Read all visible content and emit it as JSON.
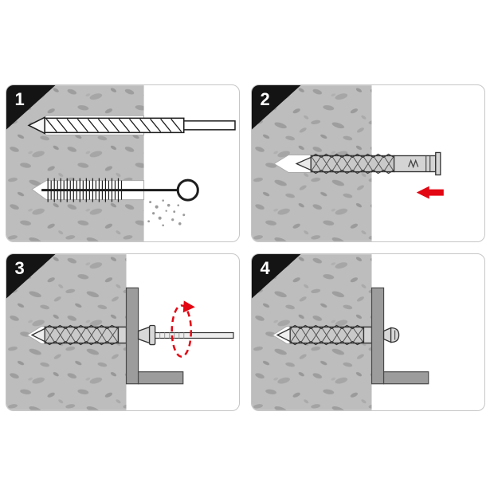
{
  "colors": {
    "concrete_base": "#bdbdbd",
    "concrete_speckle": "#9e9e9e",
    "panel_border": "#c6c6c6",
    "badge_black": "#141414",
    "accent_red": "#e30613",
    "anchor_gray": "#c9c9c9",
    "bracket_gray": "#9c9c9c",
    "outline": "#222222"
  },
  "panels": [
    {
      "number": "1",
      "icons": [
        "drill-bit-icon",
        "drilled-hole-icon",
        "cleaning-brush-icon",
        "dust-particles-icon"
      ]
    },
    {
      "number": "2",
      "icons": [
        "wall-anchor-icon",
        "drilled-hole-icon",
        "insert-arrow-icon"
      ]
    },
    {
      "number": "3",
      "icons": [
        "wall-anchor-icon",
        "fixture-bracket-icon",
        "screw-icon",
        "rotation-arrow-icon"
      ]
    },
    {
      "number": "4",
      "icons": [
        "wall-anchor-icon",
        "fixture-bracket-icon",
        "screw-head-icon"
      ]
    }
  ]
}
